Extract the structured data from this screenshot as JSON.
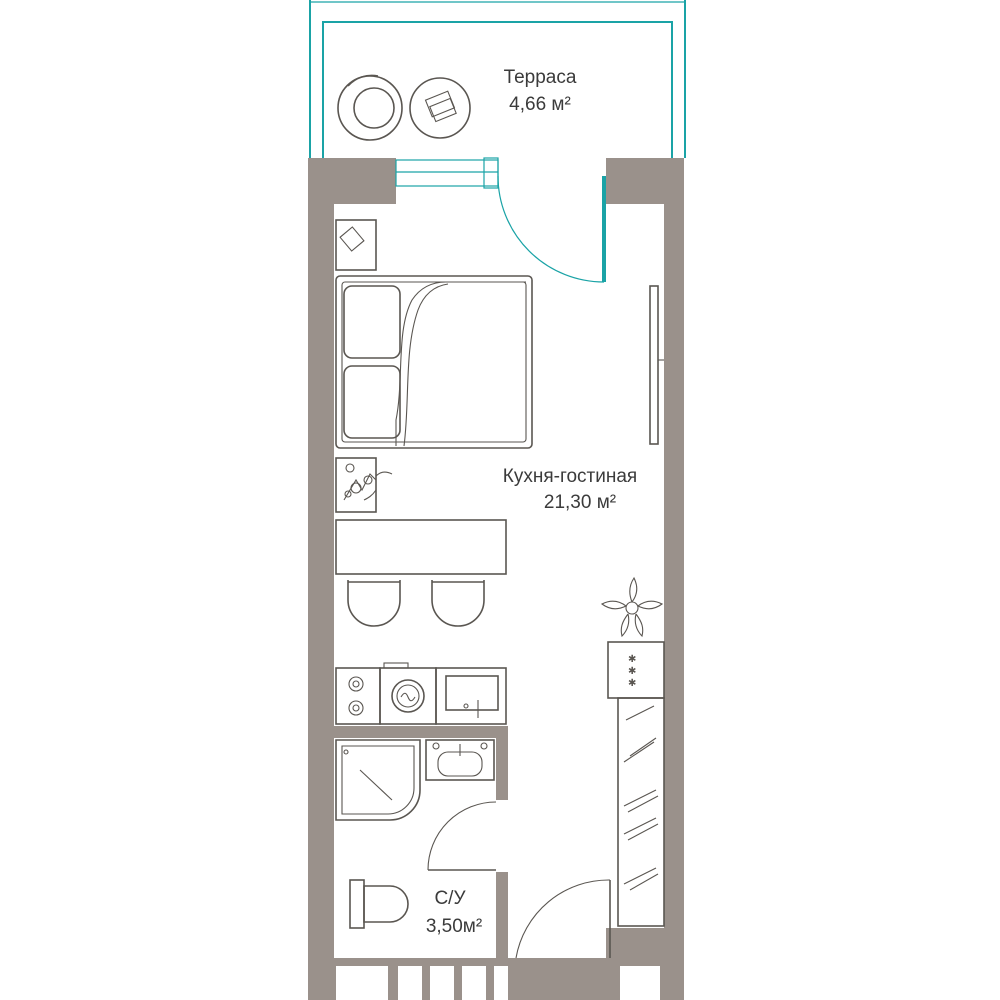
{
  "colors": {
    "wall": "#9a918b",
    "glazing": "#1aa3a6",
    "furniture_line": "#5a5651",
    "background": "#ffffff"
  },
  "rooms": [
    {
      "name": "Терраса",
      "area": "4,66 м²"
    },
    {
      "name": "Кухня-гостиная",
      "area": "21,30 м²"
    },
    {
      "name": "С/У",
      "area": "3,50м²"
    }
  ],
  "icons": [
    "armchair-icon",
    "side-table-icon",
    "nightstand-icon",
    "double-bed-icon",
    "tv-panel-icon",
    "plant-icon",
    "dining-table-icon",
    "bar-stool-icon",
    "potted-plant-icon",
    "cooktop-icon",
    "washing-machine-icon",
    "kitchen-sink-icon",
    "shower-cabin-icon",
    "bathroom-sink-icon",
    "toilet-icon",
    "wardrobe-icon"
  ]
}
